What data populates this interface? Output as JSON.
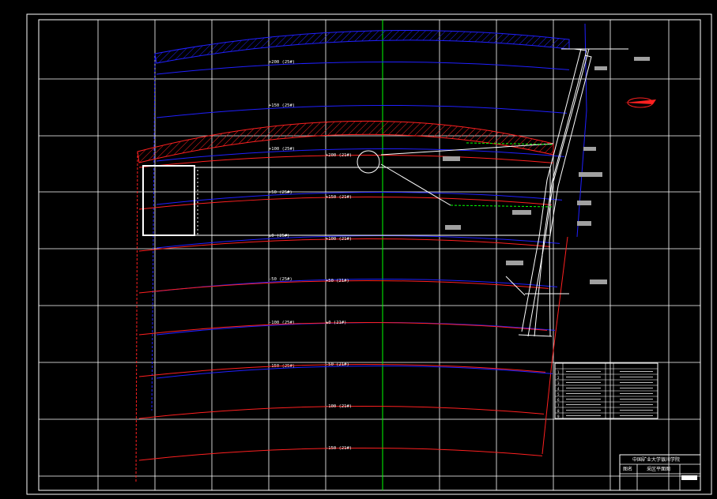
{
  "drawing": {
    "grid_labels_left": [
      "",
      "",
      "",
      "",
      "",
      "",
      "",
      "",
      ""
    ],
    "upper_seam_label": "21#",
    "lower_seam_label": "25#",
    "contours_upper": [
      {
        "text": "+200 (25#)"
      },
      {
        "text": "+150 (25#)"
      },
      {
        "text": "+100 (25#)"
      },
      {
        "text": "+50 (25#)"
      },
      {
        "text": "±0 (25#)"
      },
      {
        "text": "-50 (25#)"
      },
      {
        "text": "-100 (25#)"
      },
      {
        "text": "-150 (25#)"
      }
    ],
    "contours_lower": [
      {
        "text": "+200 (21#)"
      },
      {
        "text": "+150 (21#)"
      },
      {
        "text": "+100 (21#)"
      },
      {
        "text": "+50 (21#)"
      },
      {
        "text": "±0 (21#)"
      },
      {
        "text": "-50 (21#)"
      },
      {
        "text": "-100 (21#)"
      },
      {
        "text": "-150 (21#)"
      }
    ],
    "legend_rows": [
      "1",
      "2",
      "3",
      "4",
      "5",
      "6",
      "7",
      "8",
      "9"
    ],
    "title_block": {
      "school": "中国矿业大学银川学院",
      "drawing_name": "采区平面图",
      "field_label": "图名"
    },
    "colors": {
      "background": "#000000",
      "grid": "#ffffff",
      "seam_upper": "#2020ff",
      "seam_lower": "#ff2020",
      "green_axis": "#00ff00",
      "roadway": "#ffffff"
    }
  }
}
